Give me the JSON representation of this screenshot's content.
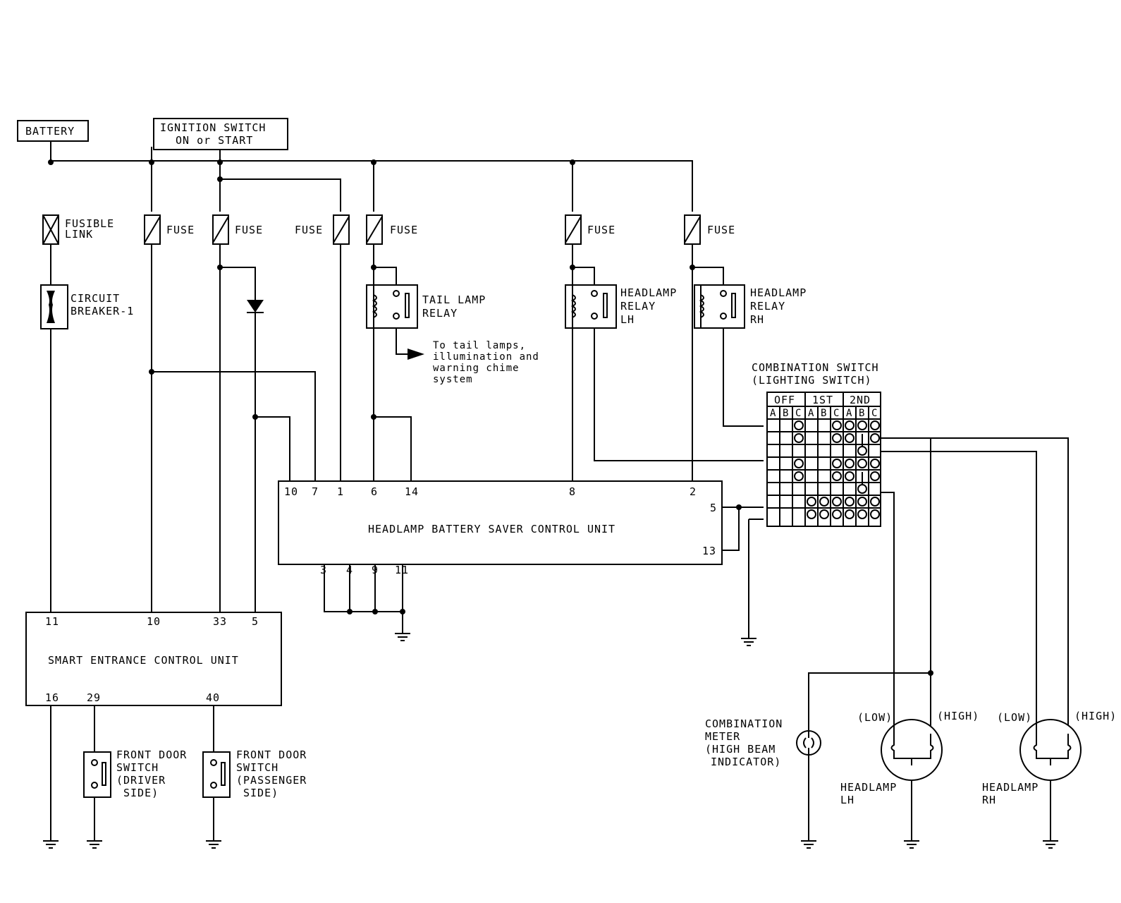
{
  "sources": {
    "battery": "BATTERY",
    "ignition_line1": "IGNITION SWITCH",
    "ignition_line2": "ON or START"
  },
  "protection": {
    "fusible_link_line1": "FUSIBLE",
    "fusible_link_line2": "LINK",
    "circuit_breaker_line1": "CIRCUIT",
    "circuit_breaker_line2": "BREAKER-1",
    "fuse": "FUSE"
  },
  "relays": {
    "tail_lamp_line1": "TAIL LAMP",
    "tail_lamp_line2": "RELAY",
    "tail_note": [
      "To tail lamps,",
      "illumination and",
      "warning chime",
      "system"
    ],
    "headlamp_relay": "HEADLAMP",
    "relay_word": "RELAY",
    "lh": "LH",
    "rh": "RH"
  },
  "combination_switch": {
    "title_line1": "COMBINATION SWITCH",
    "title_line2": "(LIGHTING SWITCH)",
    "positions": [
      "OFF",
      "1ST",
      "2ND"
    ],
    "columns": [
      "A",
      "B",
      "C",
      "A",
      "B",
      "C",
      "A",
      "B",
      "C"
    ]
  },
  "battery_saver_unit": {
    "name": "HEADLAMP BATTERY SAVER CONTROL UNIT",
    "top_pins": [
      "10",
      "7",
      "1",
      "6",
      "14",
      "8",
      "2"
    ],
    "right_pins": [
      "5",
      "13"
    ],
    "bottom_pins": [
      "3",
      "4",
      "9",
      "11"
    ]
  },
  "smart_entrance_unit": {
    "name": "SMART ENTRANCE CONTROL UNIT",
    "top_pins": [
      "11",
      "10",
      "33",
      "5"
    ],
    "bottom_pins": [
      "16",
      "29",
      "40"
    ]
  },
  "door_switches": {
    "line1": "FRONT DOOR",
    "line2": "SWITCH",
    "driver_line3": "(DRIVER",
    "passenger_line3": "(PASSENGER",
    "side": "SIDE)"
  },
  "meter": {
    "line1": "COMBINATION",
    "line2": "METER",
    "line3": "(HIGH BEAM",
    "line4": "INDICATOR)"
  },
  "headlamps": {
    "low": "(LOW)",
    "high": "(HIGH)",
    "name": "HEADLAMP",
    "lh": "LH",
    "rh": "RH"
  }
}
